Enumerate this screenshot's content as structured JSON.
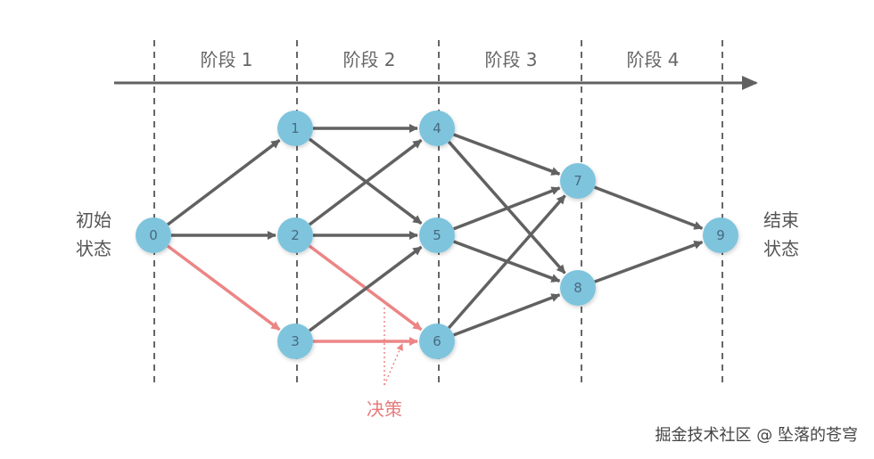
{
  "stages": [
    "阶段 1",
    "阶段 2",
    "阶段 3",
    "阶段 4"
  ],
  "start_label": [
    "初始",
    "状态"
  ],
  "end_label": [
    "结束",
    "状态"
  ],
  "decision_label": "决策",
  "watermark": "掘金技术社区 @ 坠落的苍穹",
  "colors": {
    "node_fill": "#7ec4dd",
    "edge": "#616161",
    "decision_edge": "#ec8585",
    "divider": "#666666"
  },
  "nodes": [
    "0",
    "1",
    "2",
    "3",
    "4",
    "5",
    "6",
    "7",
    "8",
    "9"
  ],
  "edges": [
    {
      "from": "0",
      "to": "1",
      "decision": false
    },
    {
      "from": "0",
      "to": "2",
      "decision": false
    },
    {
      "from": "0",
      "to": "3",
      "decision": true
    },
    {
      "from": "1",
      "to": "4",
      "decision": false
    },
    {
      "from": "1",
      "to": "5",
      "decision": false
    },
    {
      "from": "2",
      "to": "4",
      "decision": false
    },
    {
      "from": "2",
      "to": "5",
      "decision": false
    },
    {
      "from": "2",
      "to": "6",
      "decision": true
    },
    {
      "from": "3",
      "to": "5",
      "decision": false
    },
    {
      "from": "3",
      "to": "6",
      "decision": true
    },
    {
      "from": "4",
      "to": "7",
      "decision": false
    },
    {
      "from": "4",
      "to": "8",
      "decision": false
    },
    {
      "from": "5",
      "to": "7",
      "decision": false
    },
    {
      "from": "5",
      "to": "8",
      "decision": false
    },
    {
      "from": "6",
      "to": "7",
      "decision": false
    },
    {
      "from": "6",
      "to": "8",
      "decision": false
    },
    {
      "from": "7",
      "to": "9",
      "decision": false
    },
    {
      "from": "8",
      "to": "9",
      "decision": false
    }
  ]
}
